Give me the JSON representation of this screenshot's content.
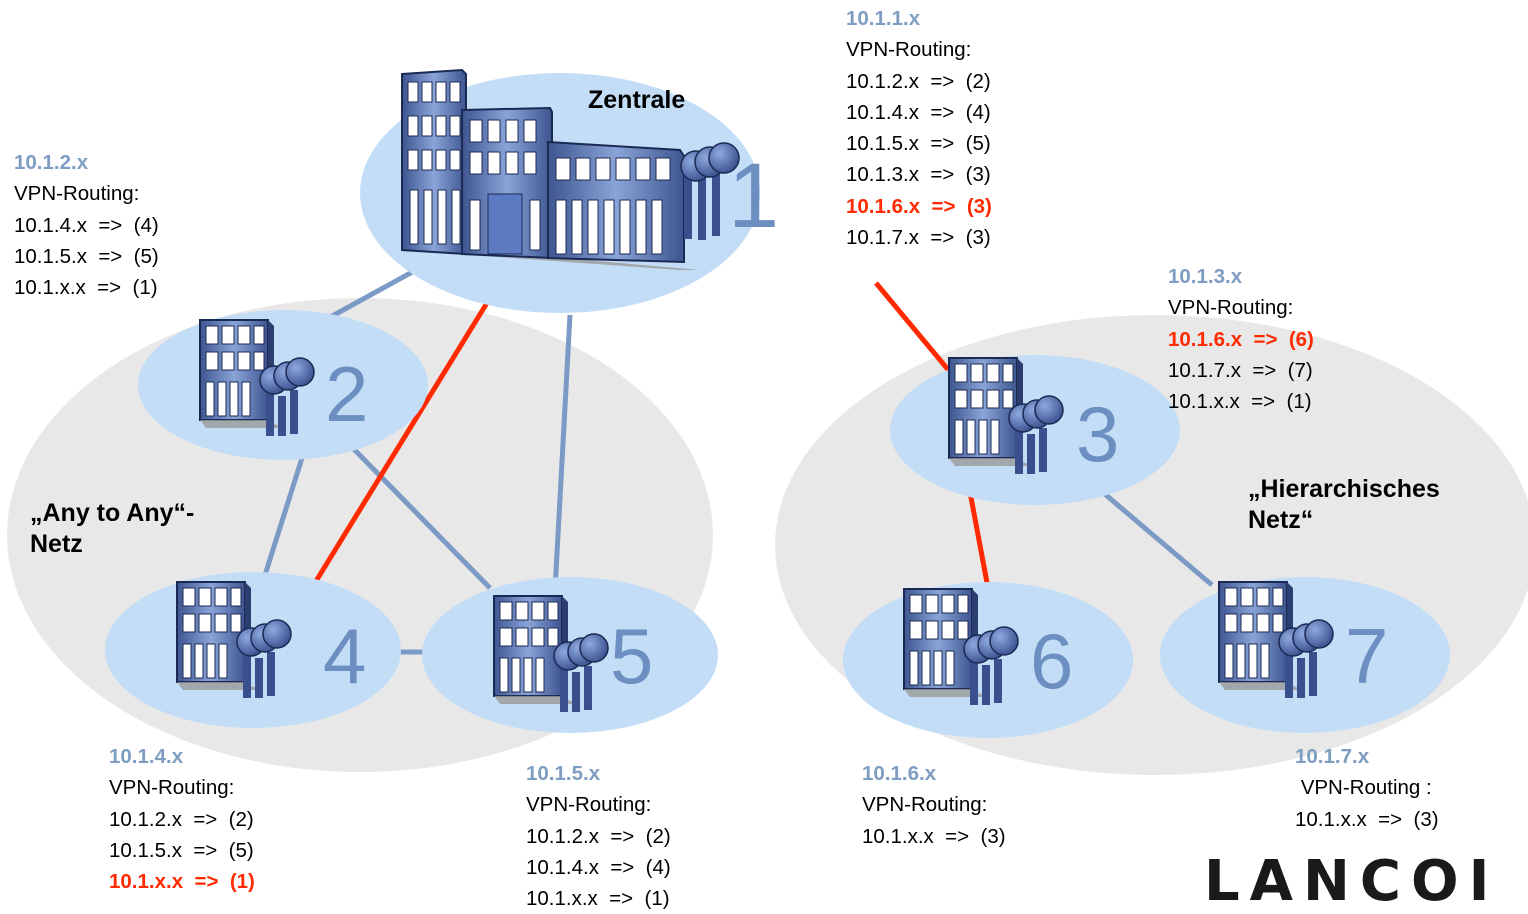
{
  "headquarters_label": "Zentrale",
  "left_network_label": [
    "„Any to Any“-",
    "Netz"
  ],
  "right_network_label": [
    "„Hierarchisches",
    "Netz“"
  ],
  "node_numbers": [
    "1",
    "2",
    "3",
    "4",
    "5",
    "6",
    "7"
  ],
  "routing_tables": {
    "node1": {
      "network": "10.1.1.x",
      "heading": "VPN-Routing:",
      "routes": [
        "10.1.2.x  =>  (2)",
        "10.1.4.x  =>  (4)",
        "10.1.5.x  =>  (5)",
        "10.1.3.x  =>  (3)",
        "10.1.6.x  =>  (3)",
        "10.1.7.x  =>  (3)"
      ],
      "highlighted_routes": [
        4
      ]
    },
    "node2": {
      "network": "10.1.2.x",
      "heading": "VPN-Routing:",
      "routes": [
        "10.1.4.x  =>  (4)",
        "10.1.5.x  =>  (5)",
        "10.1.x.x  =>  (1)"
      ],
      "highlighted_routes": []
    },
    "node3": {
      "network": "10.1.3.x",
      "heading": "VPN-Routing:",
      "routes": [
        "10.1.6.x  =>  (6)",
        "10.1.7.x  =>  (7)",
        "10.1.x.x  =>  (1)"
      ],
      "highlighted_routes": [
        0
      ]
    },
    "node4": {
      "network": "10.1.4.x",
      "heading": "VPN-Routing:",
      "routes": [
        "10.1.2.x  =>  (2)",
        "10.1.5.x  =>  (5)",
        "10.1.x.x  =>  (1)"
      ],
      "highlighted_routes": [
        2
      ]
    },
    "node5": {
      "network": "10.1.5.x",
      "heading": "VPN-Routing:",
      "routes": [
        "10.1.2.x  =>  (2)",
        "10.1.4.x  =>  (4)",
        "10.1.x.x  =>  (1)"
      ],
      "highlighted_routes": []
    },
    "node6": {
      "network": "10.1.6.x",
      "heading": "VPN-Routing:",
      "routes": [
        "10.1.x.x  =>  (3)"
      ],
      "highlighted_routes": []
    },
    "node7": {
      "network": "10.1.7.x",
      "heading": " VPN-Routing :",
      "routes": [
        "10.1.x.x  =>  (3)"
      ],
      "highlighted_routes": []
    }
  },
  "logo_text": "LANCOI",
  "colors": {
    "node_ellipse": "#c3ddf6",
    "network_area": "#e8e8e8",
    "link_normal": "#7c9ac6",
    "link_highlight": "#ff2a00",
    "network_address": "#7f9dc3",
    "node_number": "#6c8ec0"
  }
}
